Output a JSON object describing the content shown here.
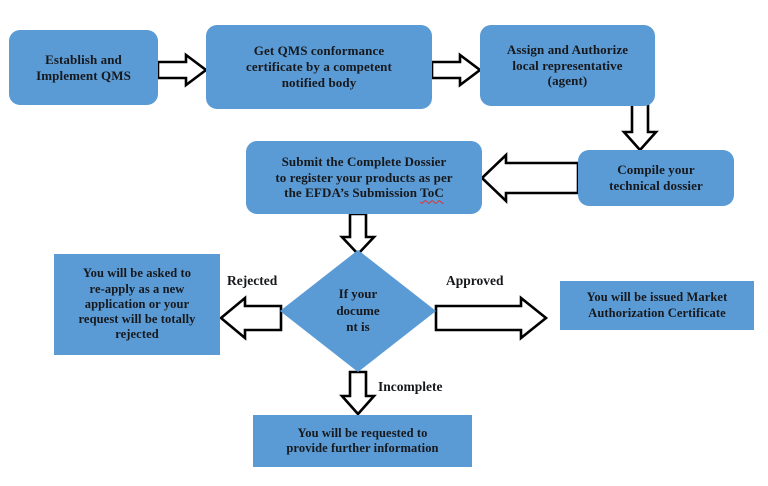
{
  "diagram": {
    "type": "flowchart",
    "title": "Medical device market authorization process flowchart",
    "accent_color": "#5B9BD5",
    "arrow_fill": "#ffffff",
    "arrow_stroke": "#000000",
    "background": "#ffffff",
    "nodes": [
      {
        "id": "establish-qms",
        "shape": "rounded-rectangle",
        "label": "Establish and\nImplement QMS"
      },
      {
        "id": "qms-certificate",
        "shape": "rounded-rectangle",
        "label": "Get QMS conformance\ncertificate by a competent\nnotified body"
      },
      {
        "id": "local-representative",
        "shape": "rounded-rectangle",
        "label": "Assign and Authorize\nlocal representative\n(agent)"
      },
      {
        "id": "technical-dossier",
        "shape": "rounded-rectangle",
        "label": "Compile your\ntechnical dossier"
      },
      {
        "id": "submit-dossier",
        "shape": "rounded-rectangle",
        "label_line1": "Submit the Complete Dossier",
        "label_line2": "to register your products as per",
        "label_line3_pre": "the EFDA’s Submission ",
        "label_line3_flagged": "ToC"
      },
      {
        "id": "decision",
        "shape": "diamond",
        "label": "If your\ndocume\nnt is"
      },
      {
        "id": "rejected-outcome",
        "shape": "rectangle",
        "label": "You will be asked to\nre-apply as a new\napplication or your\nrequest will be totally\nrejected"
      },
      {
        "id": "approved-outcome",
        "shape": "rectangle",
        "label": "You will be issued Market\nAuthorization Certificate"
      },
      {
        "id": "incomplete-outcome",
        "shape": "rectangle",
        "label": "You will be requested to\nprovide further information"
      }
    ],
    "edges": [
      {
        "id": "e1",
        "from": "establish-qms",
        "to": "qms-certificate",
        "label": "",
        "direction": "right"
      },
      {
        "id": "e2",
        "from": "qms-certificate",
        "to": "local-representative",
        "label": "",
        "direction": "right"
      },
      {
        "id": "e3",
        "from": "local-representative",
        "to": "technical-dossier",
        "label": "",
        "direction": "down"
      },
      {
        "id": "e4",
        "from": "technical-dossier",
        "to": "submit-dossier",
        "label": "",
        "direction": "left"
      },
      {
        "id": "e5",
        "from": "submit-dossier",
        "to": "decision",
        "label": "",
        "direction": "down"
      },
      {
        "id": "e6",
        "from": "decision",
        "to": "rejected-outcome",
        "label": "Rejected",
        "direction": "left"
      },
      {
        "id": "e7",
        "from": "decision",
        "to": "approved-outcome",
        "label": "Approved",
        "direction": "right"
      },
      {
        "id": "e8",
        "from": "decision",
        "to": "incomplete-outcome",
        "label": "Incomplete",
        "direction": "down"
      }
    ]
  }
}
